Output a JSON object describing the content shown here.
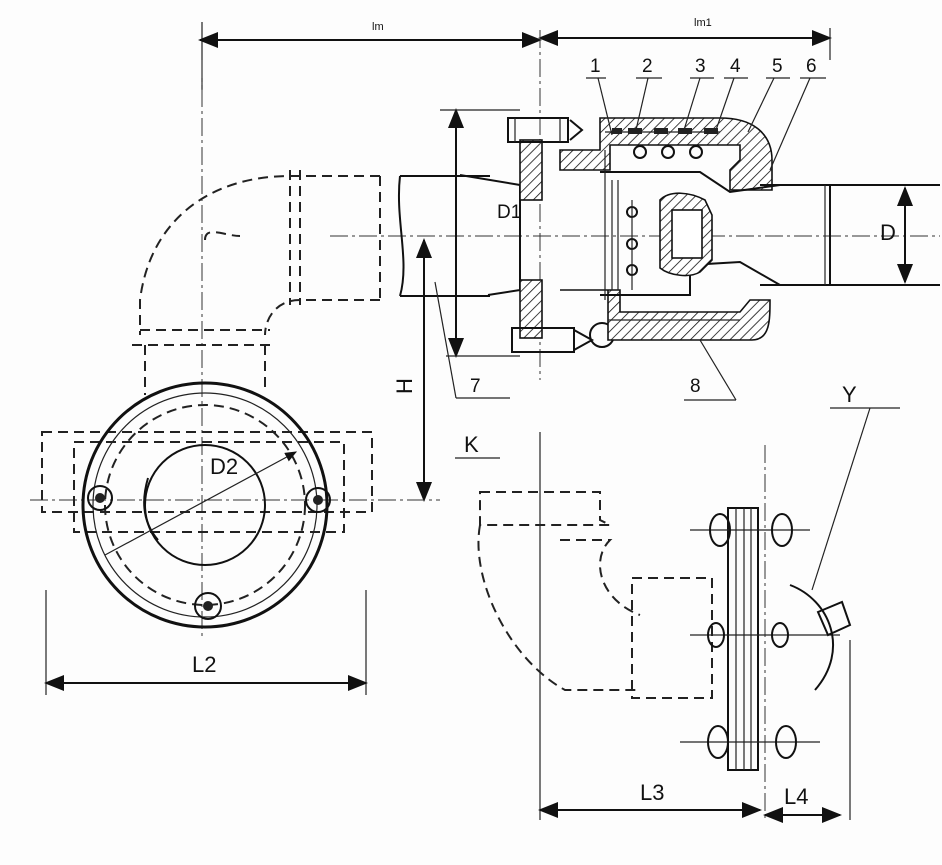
{
  "labels": {
    "dim_top_left": "lm",
    "dim_top_right": "lm1",
    "part_1": "1",
    "part_2": "2",
    "part_3": "3",
    "part_4": "4",
    "part_5": "5",
    "part_6": "6",
    "part_7": "7",
    "part_8": "8",
    "d1": "D1",
    "d": "D",
    "d2": "D2",
    "h": "H",
    "k": "K",
    "y": "Y",
    "l2": "L2",
    "l3": "L3",
    "l4": "L4"
  }
}
